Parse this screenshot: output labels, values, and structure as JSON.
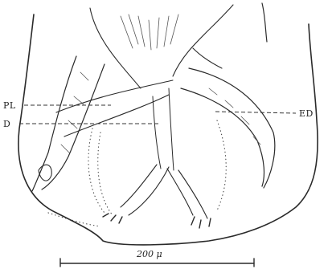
{
  "labels": {
    "pl": "PL",
    "d": "D",
    "ed": "ED"
  },
  "scale_bar": {
    "text": "200 μ"
  }
}
